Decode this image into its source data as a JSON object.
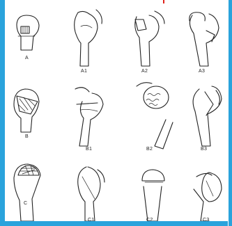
{
  "labels": {
    "A": "A",
    "A1": "A1",
    "A2": "A2",
    "A3": "A3",
    "B": "B",
    "B1": "B1",
    "B2": "B2",
    "B3": "B3",
    "C": "C",
    "C1": "C1",
    "C2": "C2",
    "C3": "C3"
  },
  "colors": {
    "background": "#2aa3dc",
    "accent_line": "#e0221b",
    "panel": "#ffffff",
    "ink": "#222222"
  }
}
